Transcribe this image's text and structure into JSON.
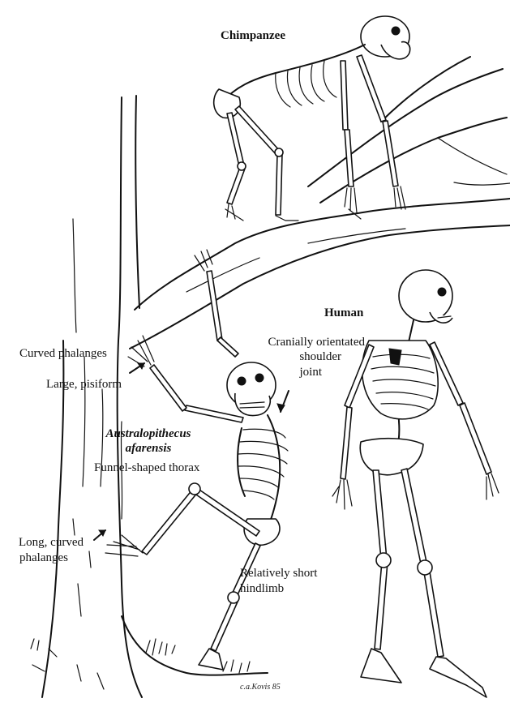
{
  "labels": {
    "chimpanzee": "Chimpanzee",
    "human": "Human",
    "curved_phalanges": "Curved phalanges",
    "large_pisiform": "Large, pisiform",
    "cranially_line1": "Cranially orientated",
    "cranially_line2": "shoulder",
    "cranially_line3": "joint",
    "species_line1": "Australopithecus",
    "species_line2": "afarensis",
    "funnel_thorax": "Funnel-shaped thorax",
    "long_curved_line1": "Long, curved",
    "long_curved_line2": "phalanges",
    "short_hindlimb_line1": "Relatively short",
    "short_hindlimb_line2": "hindlimb"
  },
  "signature": "c.a.Kovis 85"
}
